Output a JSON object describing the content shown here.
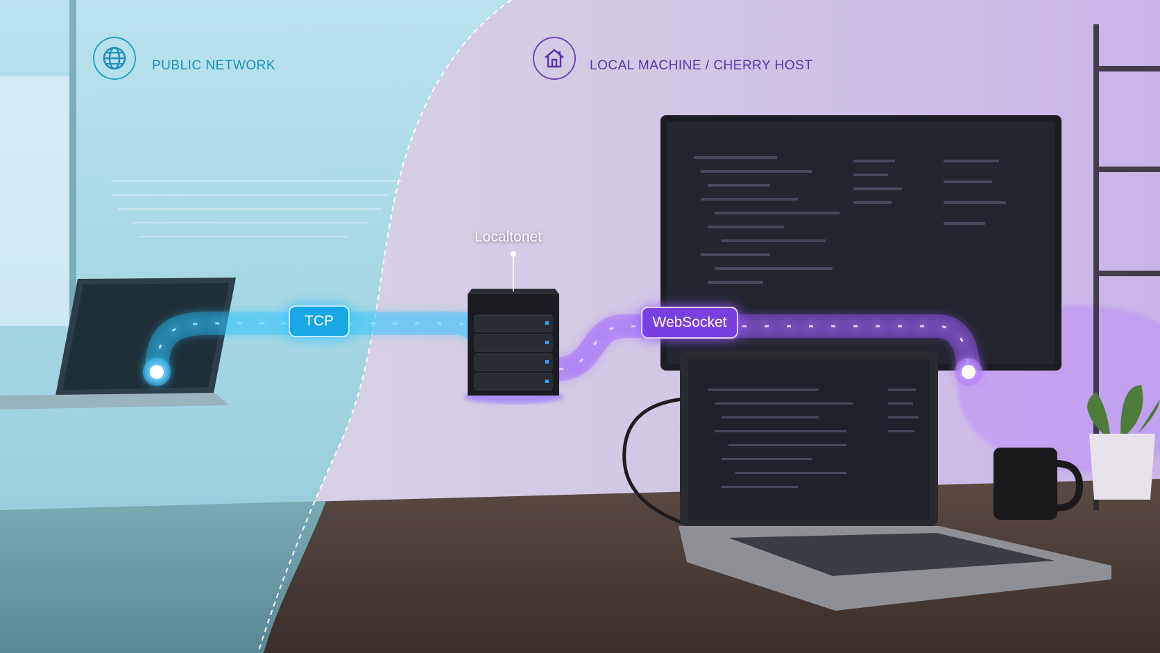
{
  "zones": {
    "public": {
      "label": "PUBLIC NETWORK",
      "icon": "globe-icon",
      "color": "#1f8fb8"
    },
    "local": {
      "label": "LOCAL MACHINE / CHERRY HOST",
      "icon": "home-icon",
      "color": "#5a35a8"
    }
  },
  "server": {
    "label": "Localtonet",
    "icon": "server-icon"
  },
  "connections": {
    "tcp": {
      "label": "TCP",
      "color": "#1aa7e6"
    },
    "websocket": {
      "label": "WebSocket",
      "color": "#7a3fe0"
    }
  },
  "colors": {
    "public_tint": "#a8dbe8",
    "local_tint": "#d6cfe4",
    "glow_blue": "#2bc3ff",
    "glow_purple": "#9a5cff"
  }
}
